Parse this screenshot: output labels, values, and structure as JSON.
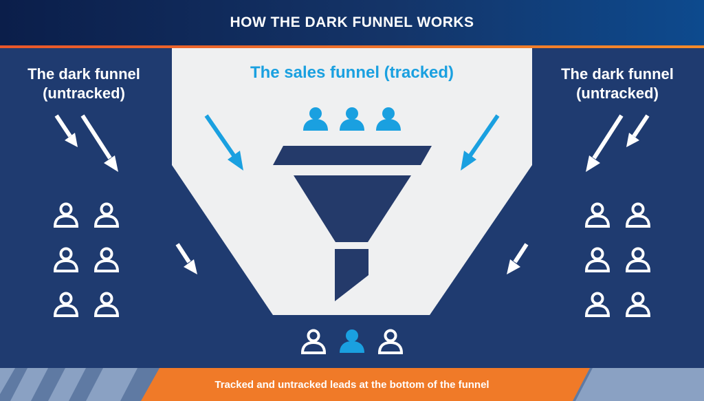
{
  "header": {
    "title": "HOW THE DARK FUNNEL WORKS"
  },
  "left_panel": {
    "label_line1": "The dark funnel",
    "label_line2": "(untracked)"
  },
  "right_panel": {
    "label_line1": "The dark funnel",
    "label_line2": "(untracked)"
  },
  "center_panel": {
    "title": "The sales funnel (tracked)"
  },
  "footer": {
    "text": "Tracked and untracked leads at the bottom of the funnel"
  },
  "colors": {
    "navy": "#1f3b70",
    "accent_blue": "#1aa0e0",
    "panel_light": "#eff0f1",
    "funnel_dark": "#243a6a",
    "orange": "#f48b2a"
  },
  "icons": [
    "person-icon",
    "outline-person-icon",
    "arrow-icon",
    "funnel-icon"
  ]
}
